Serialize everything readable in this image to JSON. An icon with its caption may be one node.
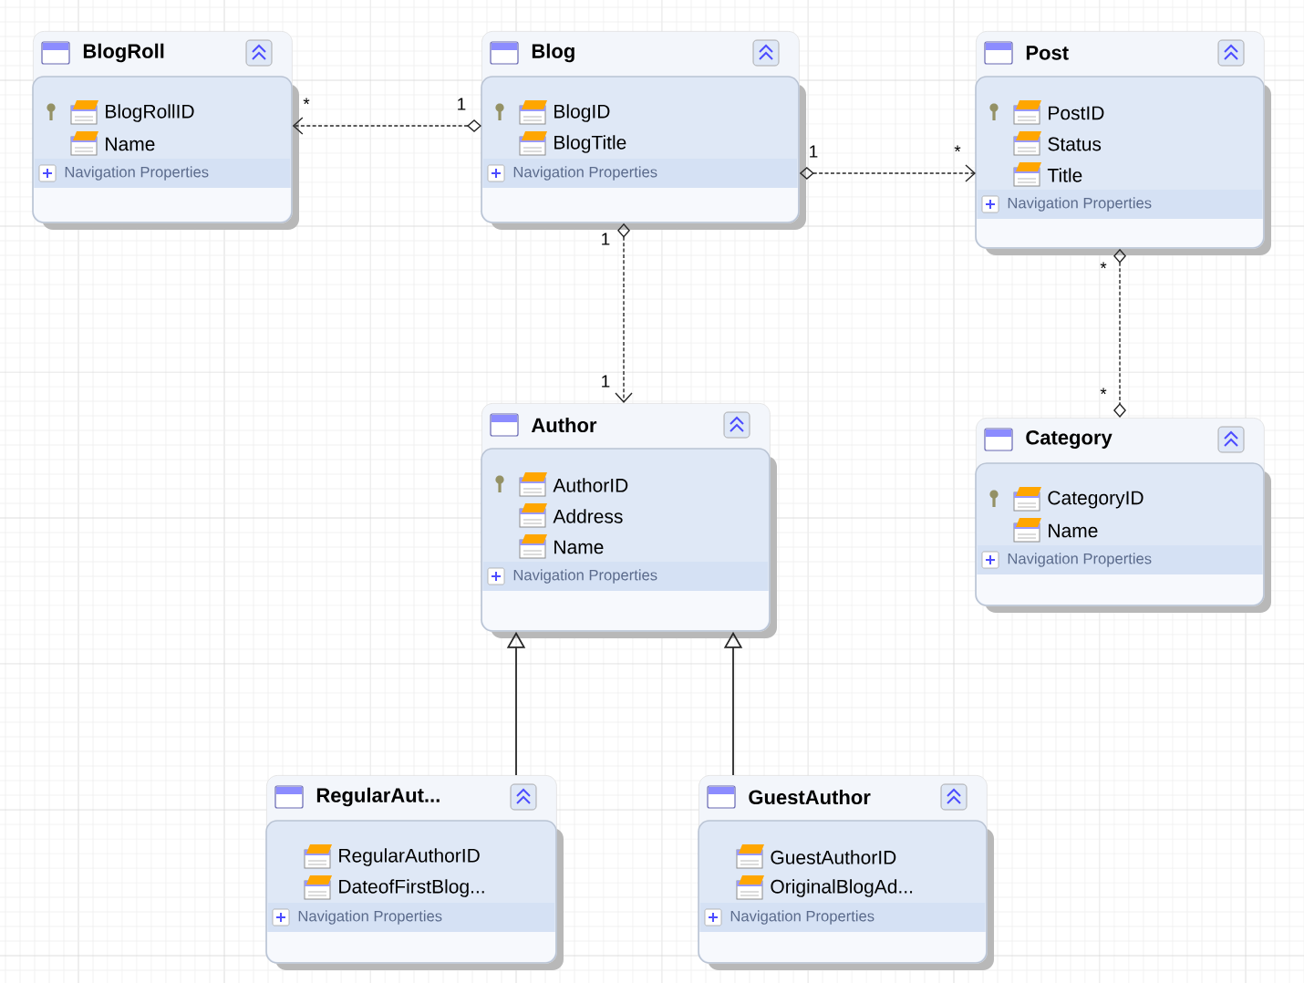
{
  "diagram": {
    "nodes": [
      {
        "text": [
          "BlogRoll",
          "BlogRollID",
          "Name",
          "Navigation Properties"
        ]
      },
      {
        "text": [
          "Blog",
          "BlogID",
          "BlogTitle",
          "Navigation Properties"
        ]
      },
      {
        "text": [
          "Post",
          "PostID",
          "Status",
          "Title",
          "Navigation Properties"
        ]
      },
      {
        "text": [
          "Author",
          "AuthorID",
          "Address",
          "Name",
          "Navigation Properties"
        ]
      },
      {
        "text": [
          "Category",
          "CategoryID",
          "Name",
          "Navigation Properties"
        ]
      },
      {
        "text": [
          "RegularAut...",
          "RegularAuthorID",
          "DateofFirstBlog...",
          "Navigation Properties"
        ]
      },
      {
        "text": [
          "GuestAuthor",
          "GuestAuthorID",
          "OriginalBlogAd...",
          "Navigation Properties"
        ]
      }
    ],
    "edges": [
      {
        "from": 1,
        "to": 0,
        "arrow": "to",
        "style": "dashed"
      },
      {
        "from": 1,
        "to": 2,
        "arrow": "to",
        "style": "dashed"
      },
      {
        "from": 1,
        "to": 3,
        "arrow": "to",
        "style": "dashed"
      },
      {
        "from": 2,
        "to": 4,
        "arrow": "other",
        "style": "dashed"
      },
      {
        "from": 5,
        "to": 3,
        "arrow": "to"
      },
      {
        "from": 6,
        "to": 3,
        "arrow": "to"
      }
    ],
    "labels": [
      "*",
      "1",
      "1",
      "*",
      "1",
      "*",
      "1",
      "*"
    ]
  }
}
